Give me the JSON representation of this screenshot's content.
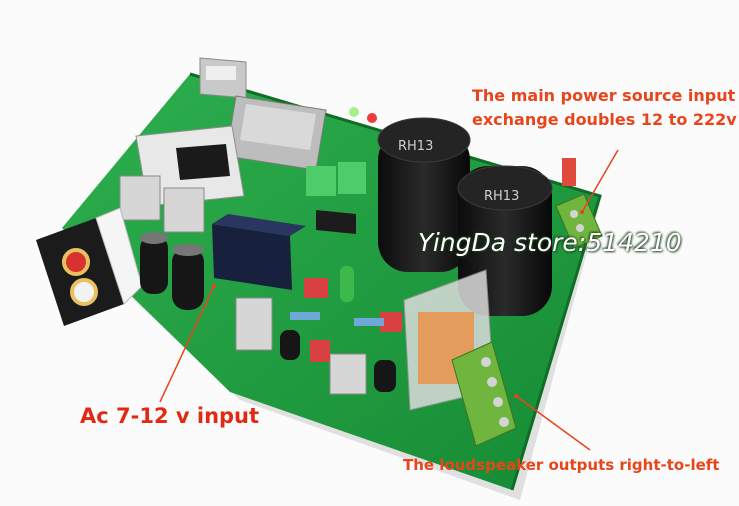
{
  "labels": {
    "power_line1": "The main power source input",
    "power_line2": "exchange doubles 12 to 222v",
    "ac_input": "Ac 7-12 v input",
    "speaker_output": "The loudspeaker outputs right-to-left"
  },
  "watermark": "YingDa  store:514210",
  "capacitor_text": "RH13",
  "colors": {
    "callout": "#e8451b",
    "pcb": "#1d9a3c",
    "terminal": "#5aa83a"
  }
}
